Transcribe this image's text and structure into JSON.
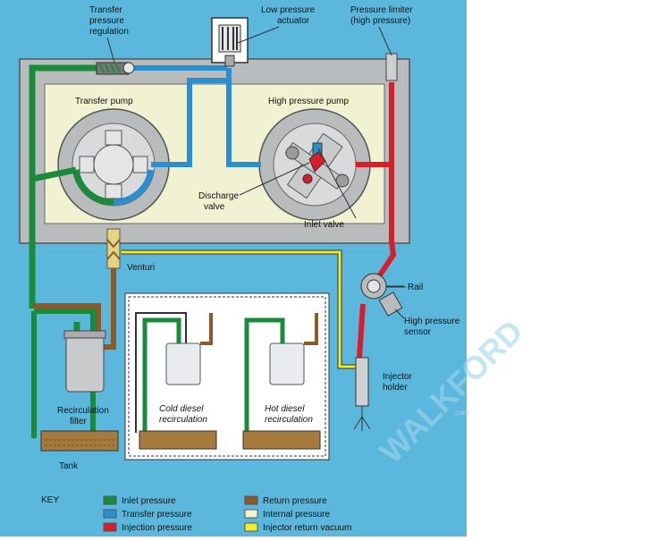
{
  "labels": {
    "transfer_pressure_regulation": [
      "Transfer",
      "pressure",
      "regulation"
    ],
    "low_pressure_actuator": [
      "Low pressure",
      "actuator"
    ],
    "pressure_limiter": [
      "Pressure limiter",
      "(high pressure)"
    ],
    "transfer_pump": "Transfer pump",
    "high_pressure_pump": "High pressure pump",
    "discharge_valve": [
      "Discharge",
      "valve"
    ],
    "inlet_valve": "Inlet valve",
    "venturi": "Venturi",
    "rail": "Rail",
    "high_pressure_sensor": [
      "High pressure",
      "sensor"
    ],
    "injector_holder": [
      "Injector",
      "holder"
    ],
    "recirculation_filter": [
      "Recirculation",
      "filter"
    ],
    "tank": "Tank",
    "cold_diesel": [
      "Cold diesel",
      "recirculation"
    ],
    "hot_diesel": [
      "Hot diesel",
      "recirculation"
    ]
  },
  "key": {
    "title": "KEY",
    "items": [
      {
        "label": "Inlet pressure",
        "color": "#1a8a3c"
      },
      {
        "label": "Transfer pressure",
        "color": "#2a8fd0"
      },
      {
        "label": "Injection pressure",
        "color": "#d81e2a"
      },
      {
        "label": "Return pressure",
        "color": "#8b5a2b"
      },
      {
        "label": "Internal pressure",
        "color": "#f2f2cc"
      },
      {
        "label": "Injector return vacuum",
        "color": "#f2ee2a"
      }
    ]
  },
  "watermark": "WALKFORD",
  "watermark_small": ".com",
  "colors": {
    "background": "#5cb7dd",
    "housing": "#b9bcbd",
    "interior": "#f0f2d2",
    "inlet": "#1a8a3c",
    "transfer": "#2a8fd0",
    "injection": "#d81e2a",
    "return": "#8b5a2b",
    "vacuum": "#f2ee2a"
  }
}
